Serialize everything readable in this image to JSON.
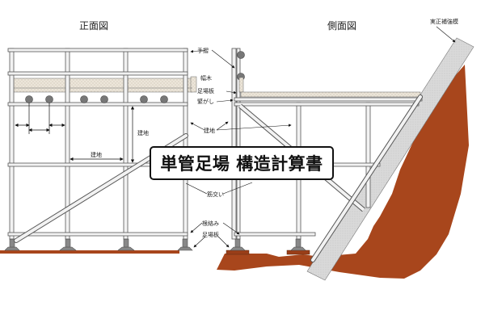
{
  "title": "単管足場 構造計算書",
  "views": {
    "front": {
      "label": "正面図"
    },
    "side": {
      "label": "側面図"
    }
  },
  "labels": {
    "handrail": "手摺",
    "toe_board": "幅木",
    "scaffold_board": "足場板",
    "tie": "緊がし",
    "ledger": "建地",
    "span_label": "建地",
    "height_label": "建地",
    "brace": "筋交い",
    "base_tie": "根絡み",
    "base_board": "足場板",
    "slope_protection": "実正補強模"
  },
  "colors": {
    "pipe_fill": "#f2f2f2",
    "pipe_stroke": "#555555",
    "board_fill": "#e8e2d6",
    "earth": "#a8461c",
    "slope_wall": "#d6d6d6",
    "text": "#222222"
  }
}
